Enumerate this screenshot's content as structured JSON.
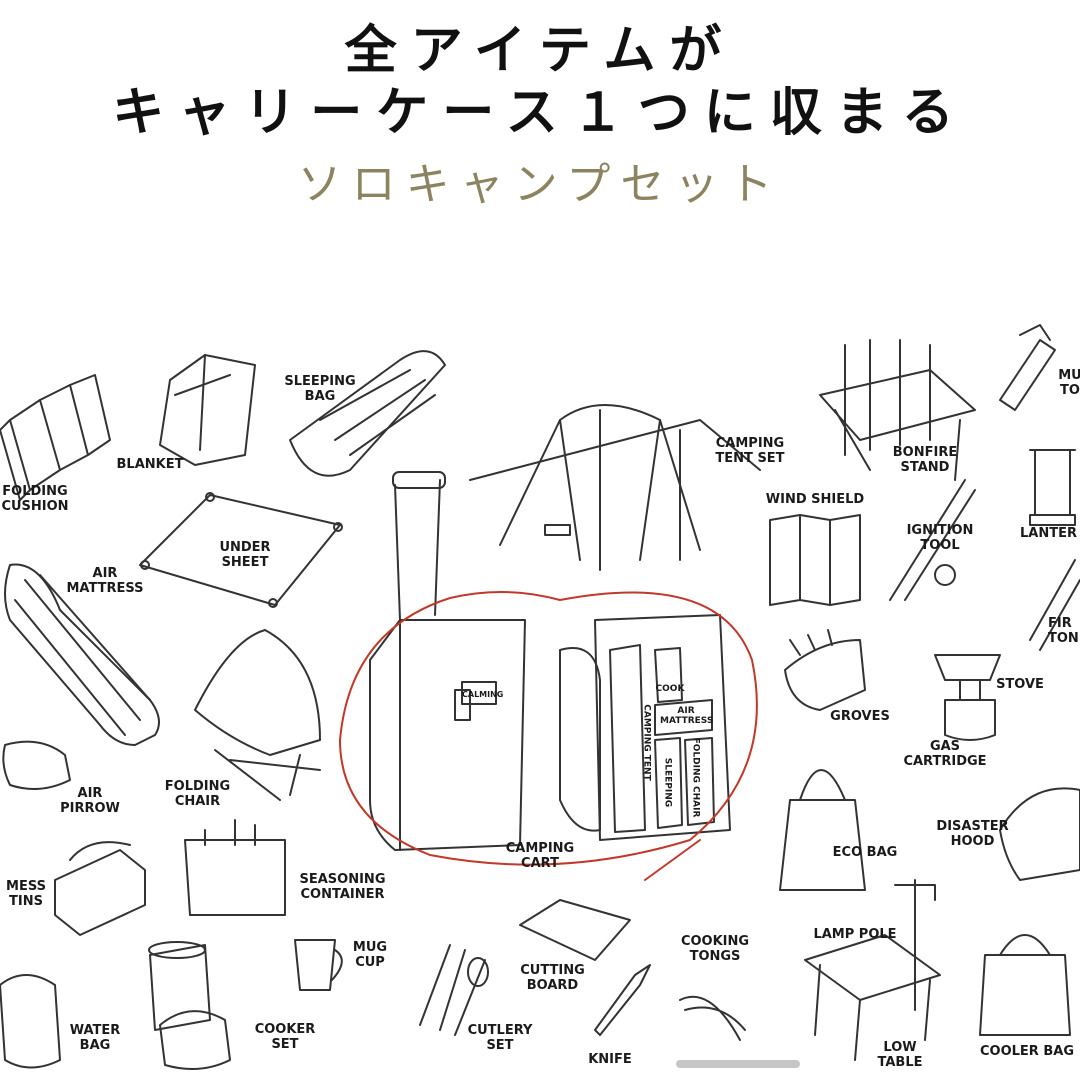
{
  "header": {
    "line1": "全アイテムが",
    "line2": "キャリーケース１つに収まる",
    "subtitle": "ソロキャンプセット"
  },
  "accent_colors": {
    "subtitle": "#8c8460",
    "highlight_circle": "#c0392b"
  },
  "items": {
    "folding_cushion": "FOLDING\nCUSHION",
    "blanket": "BLANKET",
    "sleeping_bag": "SLEEPING\nBAG",
    "camping_tent_set": "CAMPING\nTENT SET",
    "bonfire_stand": "BONFIRE\nSTAND",
    "multi_tool": "MU\nTO",
    "air_mattress": "AIR\nMATTRESS",
    "under_sheet": "UNDER\nSHEET",
    "wind_shield": "WIND SHIELD",
    "ignition_tool": "IGNITION\nTOOL",
    "lantern": "LANTER",
    "fire_tongs": "FIR\nTON",
    "stove": "STOVE",
    "groves": "GROVES",
    "gas_cartridge": "GAS\nCARTRIDGE",
    "air_pirrow": "AIR\nPIRROW",
    "folding_chair": "FOLDING\nCHAIR",
    "camping_cart": "CAMPING\nCART",
    "eco_bag": "ECO BAG",
    "disaster_hood": "DISASTER\nHOOD",
    "mess_tins": "MESS\nTINS",
    "seasoning_container": "SEASONING\nCONTAINER",
    "mug_cup": "MUG\nCUP",
    "cutting_board": "CUTTING\nBOARD",
    "cooking_tongs": "COOKING\nTONGS",
    "lamp_pole": "LAMP POLE",
    "water_bag": "WATER\nBAG",
    "cooker_set": "COOKER\nSET",
    "cutlery_set": "CUTLERY\nSET",
    "knife": "KNIFE",
    "low_table": "LOW\nTABLE",
    "cooler_bag": "COOLER BAG"
  },
  "cart_contents": {
    "tent": "CAMPING TENT",
    "mattress": "AIR\nMATTRESS",
    "chair": "FOLDING CHAIR",
    "sleeping": "SLEEPING",
    "cooker": "COOK",
    "brand": "CALMING"
  }
}
